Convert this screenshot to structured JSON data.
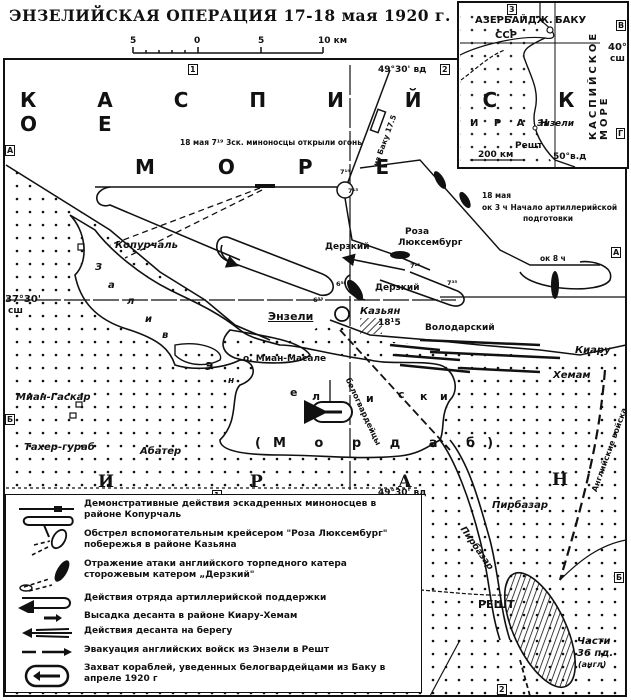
{
  "title": "ЭНЗЕЛИЙСКАЯ ОПЕРАЦИЯ 17-18 мая 1920 г.",
  "scale": {
    "ticks": [
      "5",
      "0",
      "5",
      "10 км"
    ]
  },
  "grid": {
    "col_1": "1",
    "col_2": "2",
    "col_3": "3",
    "row_a": "А",
    "row_b": "Б",
    "row_v": "В",
    "row_g": "Г",
    "col_1_bottom": "1",
    "col_2_bottom": "2"
  },
  "coords": {
    "lon_top": "49°30' вд",
    "lon_bottom": "49°30' вд",
    "lat_left": "37°30'",
    "lat_left_unit": "сш",
    "inset_lat": "40°",
    "inset_lat_unit": "сш",
    "inset_lon": "50°в.д"
  },
  "inset": {
    "azerbaijan": "АЗЕРБАЙДЖ.",
    "ssr": "ССР",
    "baku": "БАКУ",
    "iran": "И Р А Н",
    "enzeli": "Энзели",
    "resht": "Решт",
    "sea": "КАСПИЙСКОЕ МОРЕ",
    "scale": "200 км"
  },
  "labels": {
    "caspian": "К А С П И Й С К О Е",
    "more": "М О Р Е",
    "from_baku": "из Баку 17.5",
    "destroyers_fire": "18 мая 7¹⁹ 3ск. миноносцы открыли огонь",
    "t719": "7¹⁹",
    "t715": "7¹⁵",
    "t725": "7²⁵",
    "t735": "7³⁵",
    "t658": "6⁵⁸",
    "t653": "6⁵³",
    "t1815": "18¹5",
    "bombard": "18 мая\nок 3 ч Начало артиллерийской подготовки",
    "bombard_1": "18 мая",
    "bombard_2": "ок 3 ч  Начало артиллерийской",
    "bombard_3": "подготовки",
    "ok8": "ок 8 ч",
    "roza": "Роза",
    "luxemburg": "Люксембург",
    "derzkiy_1": "Дерзкий",
    "derzkiy_2": "Дерзкий",
    "kopurchal": "Копурчаль",
    "zaliv_z": "З",
    "zaliv_a": "а",
    "zaliv_l": "л",
    "zaliv_i": "и",
    "zaliv_v": "в",
    "zaliv_e": "Э",
    "zaliv_n": "н",
    "zaliv_3": "3",
    "enzeli": "Энзели",
    "kazyan": "Казьян",
    "volodarskiy": "Володарский",
    "mian_masale": "о. Миан-Масале",
    "mian_gaskar": "Миан-Гаскар",
    "taher_gurab": "Тахер-гураб",
    "abater": "Абатер",
    "kiaru": "Киару",
    "hemam": "Хемам",
    "belogvard": "белогвардейцы",
    "e": "е",
    "l": "л",
    "i1": "и",
    "s": "с",
    "k": "к",
    "i2": "и",
    "mordab": "(М о р д а б)",
    "iran_i": "И",
    "iran_r": "Р",
    "iran_a": "А",
    "iran_n": "Н",
    "pirbazar_town": "Пирбазар",
    "pirbazar_river": "Пирбазар",
    "resht": "РЕШТ",
    "english_troops": "Английские войска",
    "parts_1": "Части",
    "parts_2": "36 пд.",
    "parts_3": "(англ)"
  },
  "legend": {
    "items": [
      {
        "text": "Демонстративные действия эскадренных миноносцев в районе Копурчаль",
        "icon": "destroyer-loop-icon"
      },
      {
        "text": "Обстрел вспомогательным крейсером \"Роза Люксембург\" побережья в районе Казьяна",
        "icon": "cruiser-fire-icon"
      },
      {
        "text": "Отражение атаки английского торпедного катера сторожевым катером „Дерзкий\"",
        "icon": "torpedo-boat-icon"
      },
      {
        "text": "Действия отряда артиллерийской поддержки",
        "icon": "artillery-loop-icon"
      },
      {
        "text": "Высадка десанта в районе Киару-Хемам",
        "icon": "landing-arrow-icon"
      },
      {
        "text": "Действия десанта на берегу",
        "icon": "shore-action-icon"
      },
      {
        "text": "Эвакуация английских войск из Энзели в Решт",
        "icon": "evacuation-arrow-icon"
      },
      {
        "text": "Захват кораблей, уведенных белогвардейцами из Баку в апреле 1920 г",
        "icon": "capture-ships-icon"
      }
    ]
  },
  "colors": {
    "ink": "#111111",
    "paper": "#ffffff"
  }
}
